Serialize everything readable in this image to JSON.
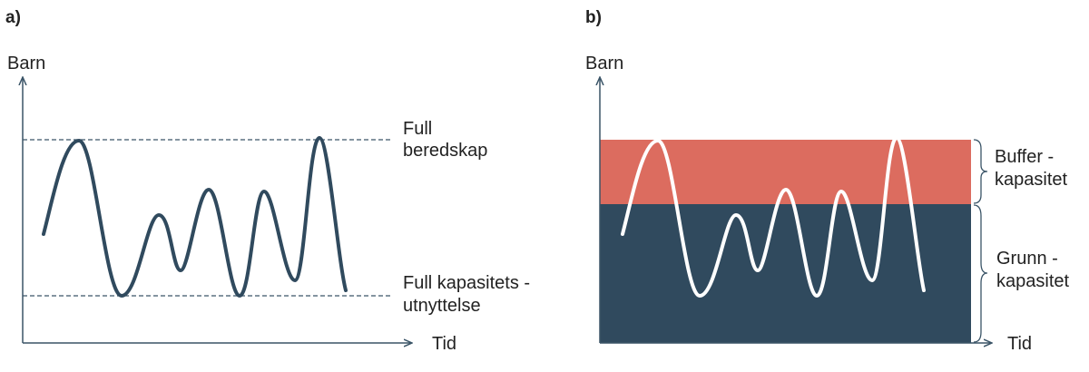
{
  "colors": {
    "navy": "#304a5e",
    "buffer": "#dc6c5f",
    "axis": "#3a5467",
    "curve_light": "#ffffff",
    "text": "#222222"
  },
  "panel_a": {
    "label": "a)",
    "y_axis_label": "Barn",
    "x_axis_label": "Tid",
    "top_line_label": [
      "Full",
      "beredskap"
    ],
    "bottom_line_label": [
      "Full kapasitets -",
      "utnyttelse"
    ]
  },
  "panel_b": {
    "label": "b)",
    "y_axis_label": "Barn",
    "x_axis_label": "Tid",
    "buffer_label": [
      "Buffer -",
      "kapasitet"
    ],
    "base_label": [
      "Grunn -",
      "kapasitet"
    ]
  }
}
